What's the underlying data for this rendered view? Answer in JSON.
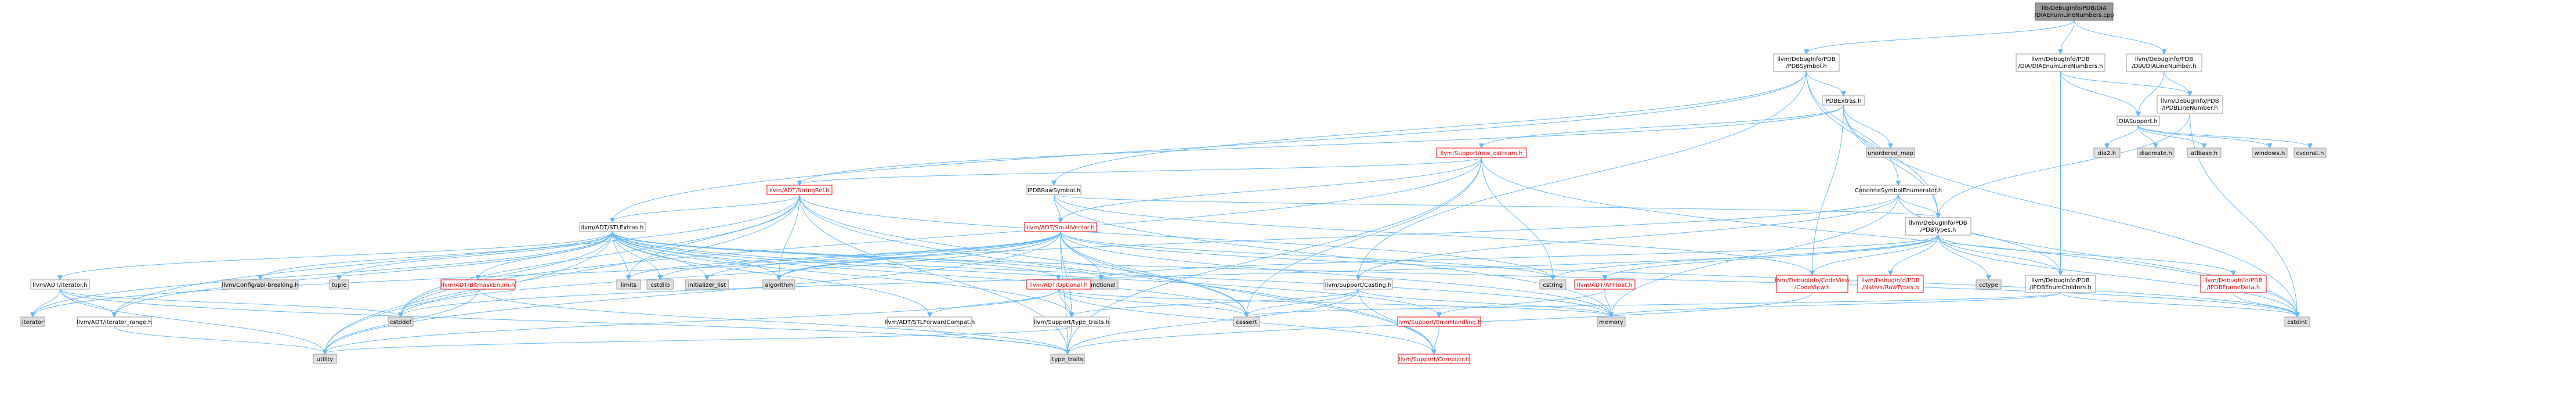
{
  "nodes": [
    {
      "id": "root",
      "lines": [
        "lib/DebugInfo/PDB/DIA",
        "/DIAEnumLineNumbers.cpp"
      ],
      "kind": "root"
    },
    {
      "id": "pdbsymbol",
      "lines": [
        "llvm/DebugInfo/PDB",
        "/PDBSymbol.h"
      ],
      "kind": "normal"
    },
    {
      "id": "diaenumlinenumbers",
      "lines": [
        "llvm/DebugInfo/PDB",
        "/DIA/DIAEnumLineNumbers.h"
      ],
      "kind": "normal"
    },
    {
      "id": "dialinenumber",
      "lines": [
        "llvm/DebugInfo/PDB",
        "/DIA/DIALineNumber.h"
      ],
      "kind": "normal"
    },
    {
      "id": "pdbextras",
      "lines": [
        "PDBExtras.h"
      ],
      "kind": "normal"
    },
    {
      "id": "ipdblinenumber",
      "lines": [
        "llvm/DebugInfo/PDB",
        "/IPDBLineNumber.h"
      ],
      "kind": "normal"
    },
    {
      "id": "diasupport",
      "lines": [
        "DIASupport.h"
      ],
      "kind": "normal"
    },
    {
      "id": "raw_ostream",
      "lines": [
        "llvm/Support/raw_ostream.h"
      ],
      "kind": "red"
    },
    {
      "id": "unordered_map",
      "lines": [
        "unordered_map"
      ],
      "kind": "sys"
    },
    {
      "id": "dia2",
      "lines": [
        "dia2.h"
      ],
      "kind": "sys"
    },
    {
      "id": "diacreate",
      "lines": [
        "diacreate.h"
      ],
      "kind": "sys"
    },
    {
      "id": "atlbase",
      "lines": [
        "atlbase.h"
      ],
      "kind": "sys"
    },
    {
      "id": "windows",
      "lines": [
        "windows.h"
      ],
      "kind": "sys"
    },
    {
      "id": "cvconst",
      "lines": [
        "cvconst.h"
      ],
      "kind": "sys"
    },
    {
      "id": "stringref",
      "lines": [
        "llvm/ADT/StringRef.h"
      ],
      "kind": "red"
    },
    {
      "id": "ipdbrawsymbol",
      "lines": [
        "IPDBRawSymbol.h"
      ],
      "kind": "normal"
    },
    {
      "id": "concretesymbolenum",
      "lines": [
        "ConcreteSymbolEnumerator.h"
      ],
      "kind": "normal"
    },
    {
      "id": "stlextras",
      "lines": [
        "llvm/ADT/STLExtras.h"
      ],
      "kind": "normal"
    },
    {
      "id": "smallvector",
      "lines": [
        "llvm/ADT/SmallVector.h"
      ],
      "kind": "red"
    },
    {
      "id": "pdbtypes",
      "lines": [
        "llvm/DebugInfo/PDB",
        "/PDBTypes.h"
      ],
      "kind": "normal"
    },
    {
      "id": "iterator_h",
      "lines": [
        "llvm/ADT/iterator.h"
      ],
      "kind": "normal"
    },
    {
      "id": "abibreaking",
      "lines": [
        "llvm/Config/abi-breaking.h"
      ],
      "kind": "sys"
    },
    {
      "id": "tuple",
      "lines": [
        "tuple"
      ],
      "kind": "sys"
    },
    {
      "id": "bitmaskenum",
      "lines": [
        "llvm/ADT/BitmaskEnum.h"
      ],
      "kind": "red"
    },
    {
      "id": "limits",
      "lines": [
        "limits"
      ],
      "kind": "sys"
    },
    {
      "id": "cstdlib",
      "lines": [
        "cstdlib"
      ],
      "kind": "sys"
    },
    {
      "id": "initializer_list",
      "lines": [
        "initializer_list"
      ],
      "kind": "sys"
    },
    {
      "id": "algorithm",
      "lines": [
        "algorithm"
      ],
      "kind": "sys"
    },
    {
      "id": "functional",
      "lines": [
        "functional"
      ],
      "kind": "sys"
    },
    {
      "id": "optional",
      "lines": [
        "llvm/ADT/Optional.h"
      ],
      "kind": "red"
    },
    {
      "id": "casting",
      "lines": [
        "llvm/Support/Casting.h"
      ],
      "kind": "normal"
    },
    {
      "id": "cstring",
      "lines": [
        "cstring"
      ],
      "kind": "sys"
    },
    {
      "id": "apfloat",
      "lines": [
        "llvm/ADT/APFloat.h"
      ],
      "kind": "red"
    },
    {
      "id": "codeview",
      "lines": [
        "llvm/DebugInfo/CodeView",
        "/CodeView.h"
      ],
      "kind": "red"
    },
    {
      "id": "nativerawtypes",
      "lines": [
        "llvm/DebugInfo/PDB",
        "/Native/RawTypes.h"
      ],
      "kind": "red"
    },
    {
      "id": "cctype",
      "lines": [
        "cctype"
      ],
      "kind": "sys"
    },
    {
      "id": "ipdbenumchildren",
      "lines": [
        "llvm/DebugInfo/PDB",
        "/IPDBEnumChildren.h"
      ],
      "kind": "normal"
    },
    {
      "id": "ipdbframedata",
      "lines": [
        "llvm/DebugInfo/PDB",
        "/IPDBFrameData.h"
      ],
      "kind": "red"
    },
    {
      "id": "iterator",
      "lines": [
        "iterator"
      ],
      "kind": "sys"
    },
    {
      "id": "iterator_range",
      "lines": [
        "llvm/ADT/iterator_range.h"
      ],
      "kind": "normal"
    },
    {
      "id": "cstddef",
      "lines": [
        "cstddef"
      ],
      "kind": "sys"
    },
    {
      "id": "stlforwardcompat",
      "lines": [
        "llvm/ADT/STLForwardCompat.h"
      ],
      "kind": "normal"
    },
    {
      "id": "type_traits_h",
      "lines": [
        "llvm/Support/type_traits.h"
      ],
      "kind": "normal"
    },
    {
      "id": "cassert",
      "lines": [
        "cassert"
      ],
      "kind": "sys"
    },
    {
      "id": "errorhandling",
      "lines": [
        "llvm/Support/ErrorHandling.h"
      ],
      "kind": "red"
    },
    {
      "id": "memory",
      "lines": [
        "memory"
      ],
      "kind": "sys"
    },
    {
      "id": "cstdint",
      "lines": [
        "cstdint"
      ],
      "kind": "sys"
    },
    {
      "id": "utility",
      "lines": [
        "utility"
      ],
      "kind": "sys"
    },
    {
      "id": "type_traits",
      "lines": [
        "type_traits"
      ],
      "kind": "sys"
    },
    {
      "id": "compiler",
      "lines": [
        "llvm/Support/Compiler.h"
      ],
      "kind": "red"
    }
  ],
  "edges": [
    [
      "root",
      "pdbsymbol"
    ],
    [
      "root",
      "diaenumlinenumbers"
    ],
    [
      "root",
      "dialinenumber"
    ],
    [
      "pdbsymbol",
      "pdbextras"
    ],
    [
      "pdbsymbol",
      "ipdbrawsymbol"
    ],
    [
      "pdbsymbol",
      "concretesymbolenum"
    ],
    [
      "pdbsymbol",
      "stlextras"
    ],
    [
      "pdbsymbol",
      "pdbtypes"
    ],
    [
      "pdbsymbol",
      "casting"
    ],
    [
      "diaenumlinenumbers",
      "diasupport"
    ],
    [
      "diaenumlinenumbers",
      "ipdbenumchildren"
    ],
    [
      "diaenumlinenumbers",
      "ipdblinenumber"
    ],
    [
      "dialinenumber",
      "diasupport"
    ],
    [
      "dialinenumber",
      "ipdblinenumber"
    ],
    [
      "pdbextras",
      "raw_ostream"
    ],
    [
      "pdbextras",
      "stringref"
    ],
    [
      "pdbextras",
      "unordered_map"
    ],
    [
      "pdbextras",
      "pdbtypes"
    ],
    [
      "pdbextras",
      "codeview"
    ],
    [
      "pdbextras",
      "cstdint"
    ],
    [
      "ipdblinenumber",
      "pdbtypes"
    ],
    [
      "ipdblinenumber",
      "cstdint"
    ],
    [
      "diasupport",
      "dia2"
    ],
    [
      "diasupport",
      "diacreate"
    ],
    [
      "diasupport",
      "atlbase"
    ],
    [
      "diasupport",
      "windows"
    ],
    [
      "diasupport",
      "cvconst"
    ],
    [
      "raw_ostream",
      "stringref"
    ],
    [
      "raw_ostream",
      "smallvector"
    ],
    [
      "raw_ostream",
      "cassert"
    ],
    [
      "raw_ostream",
      "cstddef"
    ],
    [
      "raw_ostream",
      "cstdint"
    ],
    [
      "raw_ostream",
      "cstring"
    ],
    [
      "raw_ostream",
      "type_traits"
    ],
    [
      "stringref",
      "stlextras"
    ],
    [
      "stringref",
      "algorithm"
    ],
    [
      "stringref",
      "cassert"
    ],
    [
      "stringref",
      "cstddef"
    ],
    [
      "stringref",
      "cstring"
    ],
    [
      "stringref",
      "limits"
    ],
    [
      "stringref",
      "type_traits"
    ],
    [
      "stringref",
      "utility"
    ],
    [
      "stringref",
      "compiler"
    ],
    [
      "stringref",
      "iterator_range"
    ],
    [
      "ipdbrawsymbol",
      "pdbtypes"
    ],
    [
      "ipdbrawsymbol",
      "smallvector"
    ],
    [
      "ipdbrawsymbol",
      "codeview"
    ],
    [
      "ipdbrawsymbol",
      "memory"
    ],
    [
      "concretesymbolenum",
      "ipdbenumchildren"
    ],
    [
      "concretesymbolenum",
      "pdbtypes"
    ],
    [
      "concretesymbolenum",
      "casting"
    ],
    [
      "concretesymbolenum",
      "algorithm"
    ],
    [
      "concretesymbolenum",
      "cstdint"
    ],
    [
      "concretesymbolenum",
      "memory"
    ],
    [
      "stlextras",
      "iterator_h"
    ],
    [
      "stlextras",
      "abibreaking"
    ],
    [
      "stlextras",
      "tuple"
    ],
    [
      "stlextras",
      "bitmaskenum"
    ],
    [
      "stlextras",
      "limits"
    ],
    [
      "stlextras",
      "cstdlib"
    ],
    [
      "stlextras",
      "initializer_list"
    ],
    [
      "stlextras",
      "algorithm"
    ],
    [
      "stlextras",
      "functional"
    ],
    [
      "stlextras",
      "optional"
    ],
    [
      "stlextras",
      "stlforwardcompat"
    ],
    [
      "stlextras",
      "iterator_range"
    ],
    [
      "stlextras",
      "type_traits_h"
    ],
    [
      "stlextras",
      "cassert"
    ],
    [
      "stlextras",
      "errorhandling"
    ],
    [
      "stlextras",
      "cstddef"
    ],
    [
      "stlextras",
      "iterator"
    ],
    [
      "stlextras",
      "memory"
    ],
    [
      "stlextras",
      "utility"
    ],
    [
      "stlextras",
      "cstdint"
    ],
    [
      "smallvector",
      "compiler"
    ],
    [
      "smallvector",
      "type_traits_h"
    ],
    [
      "smallvector",
      "algorithm"
    ],
    [
      "smallvector",
      "cassert"
    ],
    [
      "smallvector",
      "cstddef"
    ],
    [
      "smallvector",
      "cstdlib"
    ],
    [
      "smallvector",
      "cstring"
    ],
    [
      "smallvector",
      "functional"
    ],
    [
      "smallvector",
      "initializer_list"
    ],
    [
      "smallvector",
      "iterator"
    ],
    [
      "smallvector",
      "limits"
    ],
    [
      "smallvector",
      "memory"
    ],
    [
      "smallvector",
      "new"
    ],
    [
      "smallvector",
      "type_traits"
    ],
    [
      "smallvector",
      "utility"
    ],
    [
      "smallvector",
      "cstdint"
    ],
    [
      "pdbtypes",
      "codeview"
    ],
    [
      "pdbtypes",
      "nativerawtypes"
    ],
    [
      "pdbtypes",
      "ipdbenumchildren"
    ],
    [
      "pdbtypes",
      "ipdbframedata"
    ],
    [
      "pdbtypes",
      "apfloat"
    ],
    [
      "pdbtypes",
      "cctype"
    ],
    [
      "pdbtypes",
      "cstddef"
    ],
    [
      "pdbtypes",
      "cstdint"
    ],
    [
      "pdbtypes",
      "cstring"
    ],
    [
      "pdbtypes",
      "functional"
    ],
    [
      "iterator_h",
      "iterator_range"
    ],
    [
      "iterator_h",
      "cstddef"
    ],
    [
      "iterator_h",
      "iterator"
    ],
    [
      "iterator_h",
      "type_traits"
    ],
    [
      "iterator_h",
      "utility"
    ],
    [
      "bitmaskenum",
      "utility"
    ],
    [
      "bitmaskenum",
      "type_traits"
    ],
    [
      "optional",
      "stlforwardcompat"
    ],
    [
      "optional",
      "compiler"
    ],
    [
      "optional",
      "type_traits_h"
    ],
    [
      "optional",
      "cassert"
    ],
    [
      "optional",
      "new"
    ],
    [
      "optional",
      "utility"
    ],
    [
      "optional",
      "memory"
    ],
    [
      "casting",
      "compiler"
    ],
    [
      "casting",
      "type_traits_h"
    ],
    [
      "casting",
      "cassert"
    ],
    [
      "casting",
      "memory"
    ],
    [
      "casting",
      "type_traits"
    ],
    [
      "apfloat",
      "memory"
    ],
    [
      "apfloat",
      "errorhandling"
    ],
    [
      "codeview",
      "type_traits"
    ],
    [
      "ipdbenumchildren",
      "cassert"
    ],
    [
      "ipdbenumchildren",
      "cstdint"
    ],
    [
      "ipdbenumchildren",
      "memory"
    ],
    [
      "ipdbframedata",
      "cstdint"
    ],
    [
      "iterator_range",
      "utility"
    ],
    [
      "stlforwardcompat",
      "type_traits"
    ],
    [
      "type_traits_h",
      "utility"
    ],
    [
      "type_traits_h",
      "type_traits"
    ],
    [
      "errorhandling",
      "compiler"
    ],
    [
      "compiler",
      "new"
    ]
  ],
  "colors": {
    "edge": "#63b8ff",
    "red_text": "#ff0000",
    "root_fill": "#999999",
    "sys_fill": "#e0e0e0"
  }
}
